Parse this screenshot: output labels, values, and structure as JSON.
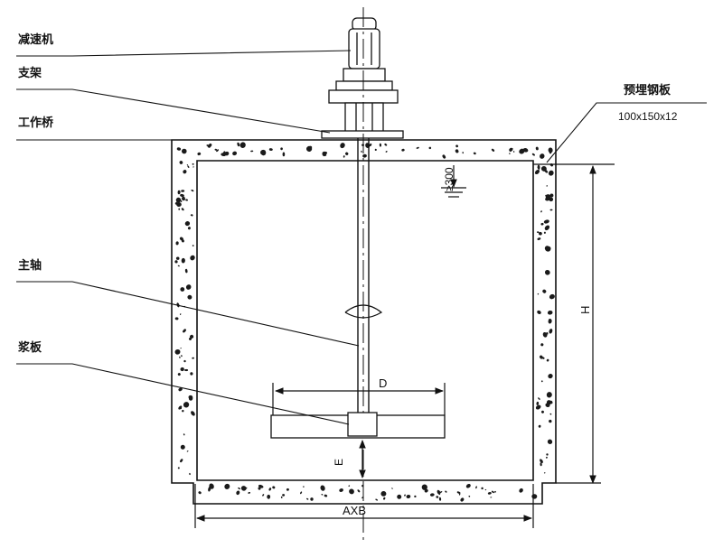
{
  "labels": {
    "reducer": "减速机",
    "bracket": "支架",
    "work_bridge": "工作桥",
    "main_shaft": "主轴",
    "paddle": "浆板",
    "embedded_plate": "预埋钢板",
    "embedded_plate_size": "100x150x12"
  },
  "dimensions": {
    "liquid_level_gap": "≥300",
    "height": "H",
    "diameter": "D",
    "clearance": "E",
    "tank_size": "AXB"
  },
  "colors": {
    "line": "#111111",
    "concrete_speck": "#1a1a1a",
    "background": "#ffffff"
  }
}
